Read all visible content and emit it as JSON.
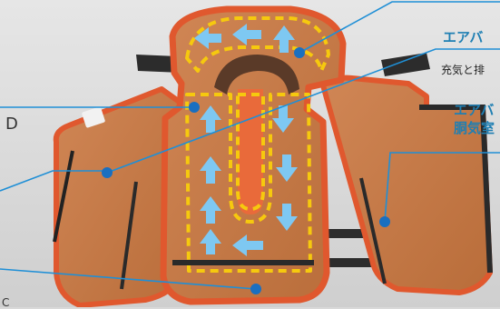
{
  "labels": {
    "top_right_title": "エアバ",
    "top_right_sub": "充気と排",
    "mid_right_line1": "エアバ",
    "mid_right_line2": "胴気室",
    "left_letter": "D",
    "bottom_left_letter": "C"
  },
  "colors": {
    "background": "#d9d9d9",
    "vest_body": "#c87a45",
    "vest_edge": "#e0582e",
    "chamber_outline": "#f6c90e",
    "arrow": "#7ec8f2",
    "callout_line": "#1f8fd6",
    "callout_dot": "#1a6fc0",
    "label_blue": "#1f7fb3"
  },
  "arrows": [
    {
      "name": "arrow-top-left",
      "direction": "left"
    },
    {
      "name": "arrow-top-mid",
      "direction": "left"
    },
    {
      "name": "arrow-top-right",
      "direction": "up"
    },
    {
      "name": "arrow-left-1",
      "direction": "up"
    },
    {
      "name": "arrow-left-2",
      "direction": "up"
    },
    {
      "name": "arrow-left-3",
      "direction": "up"
    },
    {
      "name": "arrow-left-4",
      "direction": "up"
    },
    {
      "name": "arrow-right-1",
      "direction": "down"
    },
    {
      "name": "arrow-right-2",
      "direction": "down"
    },
    {
      "name": "arrow-right-3",
      "direction": "down"
    },
    {
      "name": "arrow-bottom",
      "direction": "left"
    }
  ]
}
